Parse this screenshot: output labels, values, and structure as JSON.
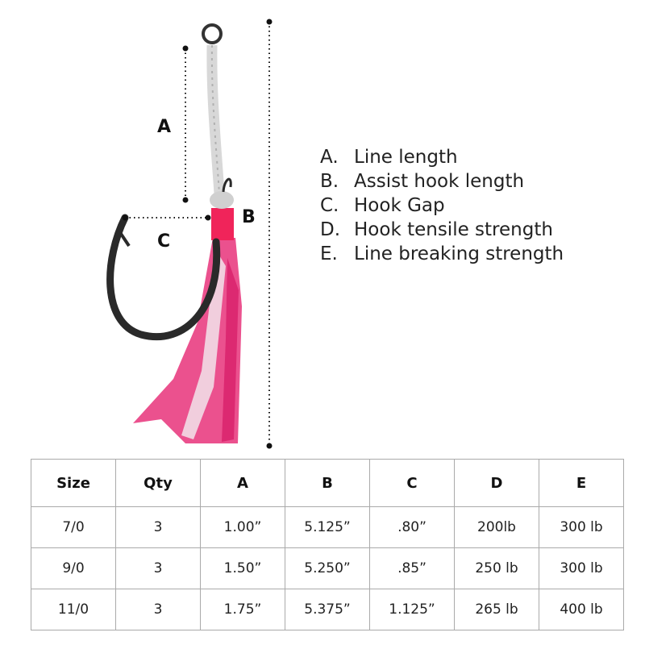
{
  "diagram": {
    "labels": {
      "a": "A",
      "b": "B",
      "c": "C"
    },
    "colors": {
      "skirt": "#e8337a",
      "wrap": "#f0245a",
      "hook": "#2a2a2a",
      "line": "#d8d8d8"
    }
  },
  "legend": [
    {
      "key": "A.",
      "text": "Line length"
    },
    {
      "key": "B.",
      "text": "Assist hook length"
    },
    {
      "key": "C.",
      "text": "Hook Gap"
    },
    {
      "key": "D.",
      "text": "Hook tensile strength"
    },
    {
      "key": "E.",
      "text": "Line breaking strength"
    }
  ],
  "table": {
    "headers": [
      "Size",
      "Qty",
      "A",
      "B",
      "C",
      "D",
      "E"
    ],
    "rows": [
      [
        "7/0",
        "3",
        "1.00”",
        "5.125”",
        ".80”",
        "200lb",
        "300 lb"
      ],
      [
        "9/0",
        "3",
        "1.50”",
        "5.250”",
        ".85”",
        "250 lb",
        "300 lb"
      ],
      [
        "11/0",
        "3",
        "1.75”",
        "5.375”",
        "1.125”",
        "265 lb",
        "400 lb"
      ]
    ]
  }
}
